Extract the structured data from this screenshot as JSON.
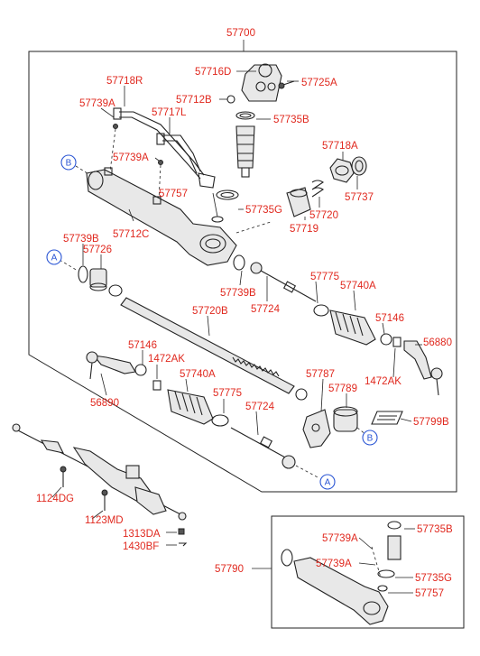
{
  "labels": {
    "l57700": "57700",
    "l57716D": "57716D",
    "l57725A": "57725A",
    "l57718R": "57718R",
    "l57712B": "57712B",
    "l57739A_1": "57739A",
    "l57717L": "57717L",
    "l57735B_1": "57735B",
    "l57718A": "57718A",
    "l57739A_2": "57739A",
    "l57737": "57737",
    "l57757_1": "57757",
    "l57720": "57720",
    "l57735G_1": "57735G",
    "l57712C": "57712C",
    "l57719": "57719",
    "l57739B_1": "57739B",
    "l57726": "57726",
    "l57775_1": "57775",
    "l57740A_1": "57740A",
    "l57739B_2": "57739B",
    "l57724_1": "57724",
    "l57720B": "57720B",
    "l57146_1": "57146",
    "l56880": "56880",
    "l57146_2": "57146",
    "l1472AK_1": "1472AK",
    "l1472AK_2": "1472AK",
    "l57740A_2": "57740A",
    "l57787": "57787",
    "l57789": "57789",
    "l56890": "56890",
    "l57775_2": "57775",
    "l57799B": "57799B",
    "l57724_2": "57724",
    "l1124DG": "1124DG",
    "l1123MD": "1123MD",
    "l1313DA": "1313DA",
    "l1430BF": "1430BF",
    "l57790": "57790",
    "l57739A_3": "57739A",
    "l57739A_4": "57739A",
    "l57735B_2": "57735B",
    "l57735G_2": "57735G",
    "l57757_2": "57757"
  },
  "markers": {
    "a": "A",
    "b": "B"
  },
  "colors": {
    "label": "#e0281e",
    "marker": "#2a55d4",
    "line": "#222222"
  }
}
